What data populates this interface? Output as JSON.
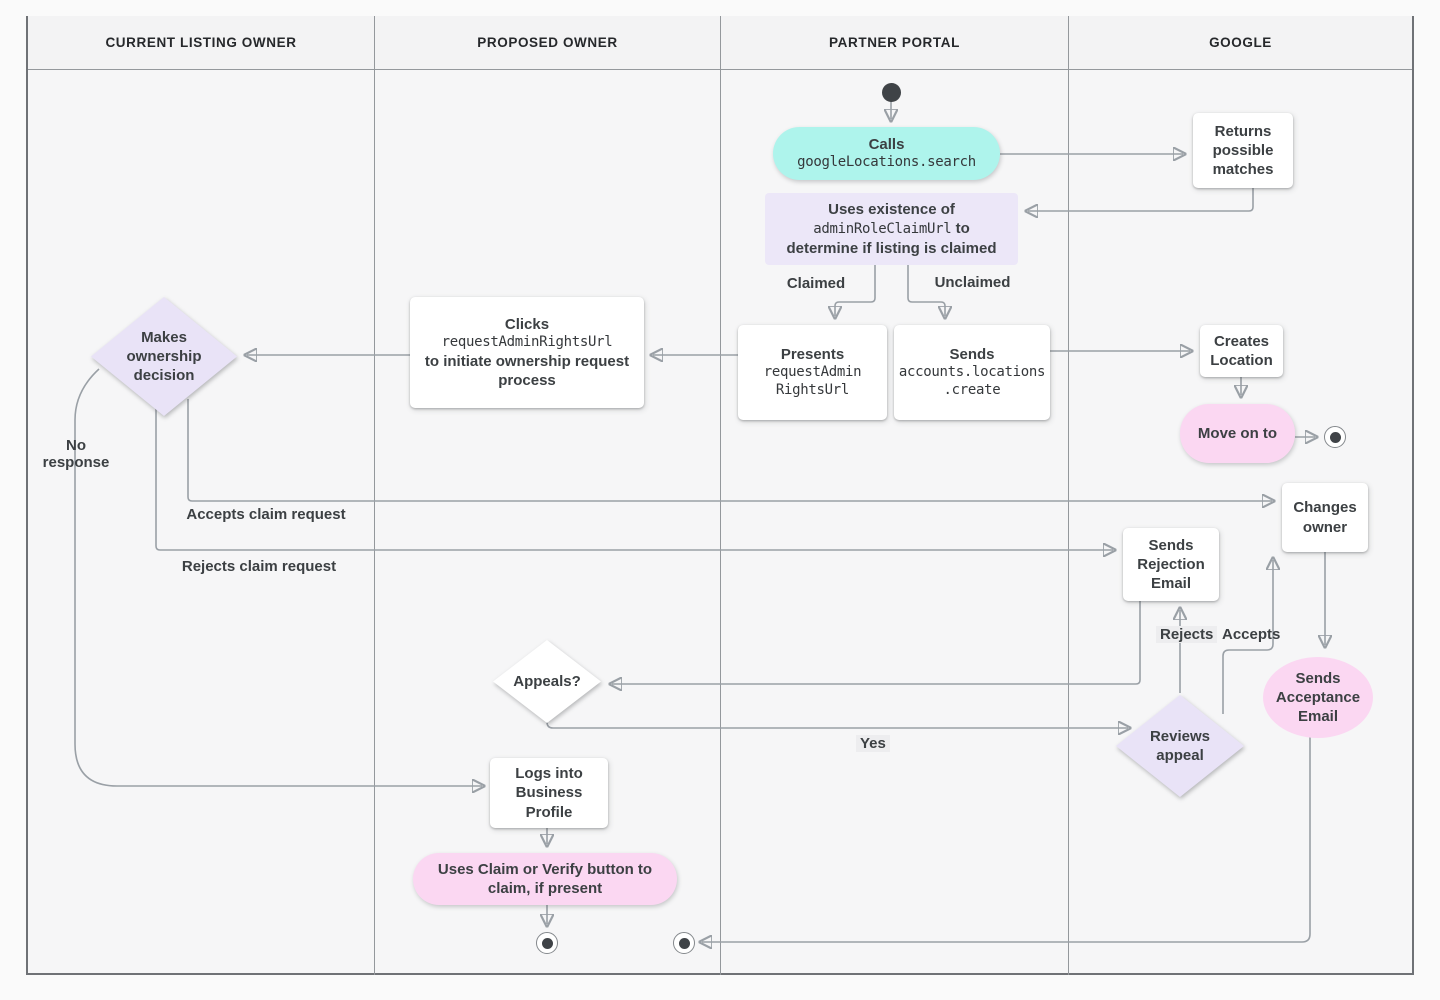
{
  "diagram": {
    "lanes": [
      {
        "label": "CURRENT LISTING OWNER"
      },
      {
        "label": "PROPOSED OWNER"
      },
      {
        "label": "PARTNER PORTAL"
      },
      {
        "label": "GOOGLE"
      }
    ],
    "nodes": {
      "calls": {
        "title": "Calls",
        "code": "googleLocations.search"
      },
      "returns_matches": {
        "text": "Returns possible matches"
      },
      "uses_existence": {
        "line1": "Uses existence of",
        "code": "adminRoleClaimUrl",
        "line2_tail": " to",
        "line3": "determine if listing is claimed"
      },
      "presents": {
        "title": "Presents",
        "code": "requestAdmin\nRightsUrl"
      },
      "sends_create": {
        "title": "Sends",
        "code": "accounts.locations\n.create"
      },
      "creates_location": {
        "text": "Creates Location"
      },
      "move_on": {
        "text": "Move on to"
      },
      "clicks": {
        "title": "Clicks",
        "code": "requestAdminRightsUrl",
        "rest": "to initiate ownership request process"
      },
      "makes_decision": {
        "text": "Makes ownership decision"
      },
      "sends_rejection": {
        "text": "Sends Rejection Email"
      },
      "changes_owner": {
        "text": "Changes owner"
      },
      "sends_acceptance": {
        "text": "Sends Acceptance Email"
      },
      "appeals": {
        "text": "Appeals?"
      },
      "reviews_appeal": {
        "text": "Reviews appeal"
      },
      "logs_into": {
        "text": "Logs into Business Profile"
      },
      "uses_claim": {
        "text": "Uses Claim or Verify button to claim, if present"
      }
    },
    "edge_labels": {
      "claimed": "Claimed",
      "unclaimed": "Unclaimed",
      "no_response": "No\nresponse",
      "accepts_claim": "Accepts claim request",
      "rejects_claim": "Rejects claim request",
      "rejects": "Rejects",
      "accepts": "Accepts",
      "yes": "Yes"
    },
    "colors": {
      "teal": "#aef4ec",
      "pink": "#fbd7f2",
      "purple_diamond": "#e9e3f7",
      "purple_panel": "#ece7f8",
      "line": "#9aa0a6",
      "text": "#3c4043"
    }
  }
}
